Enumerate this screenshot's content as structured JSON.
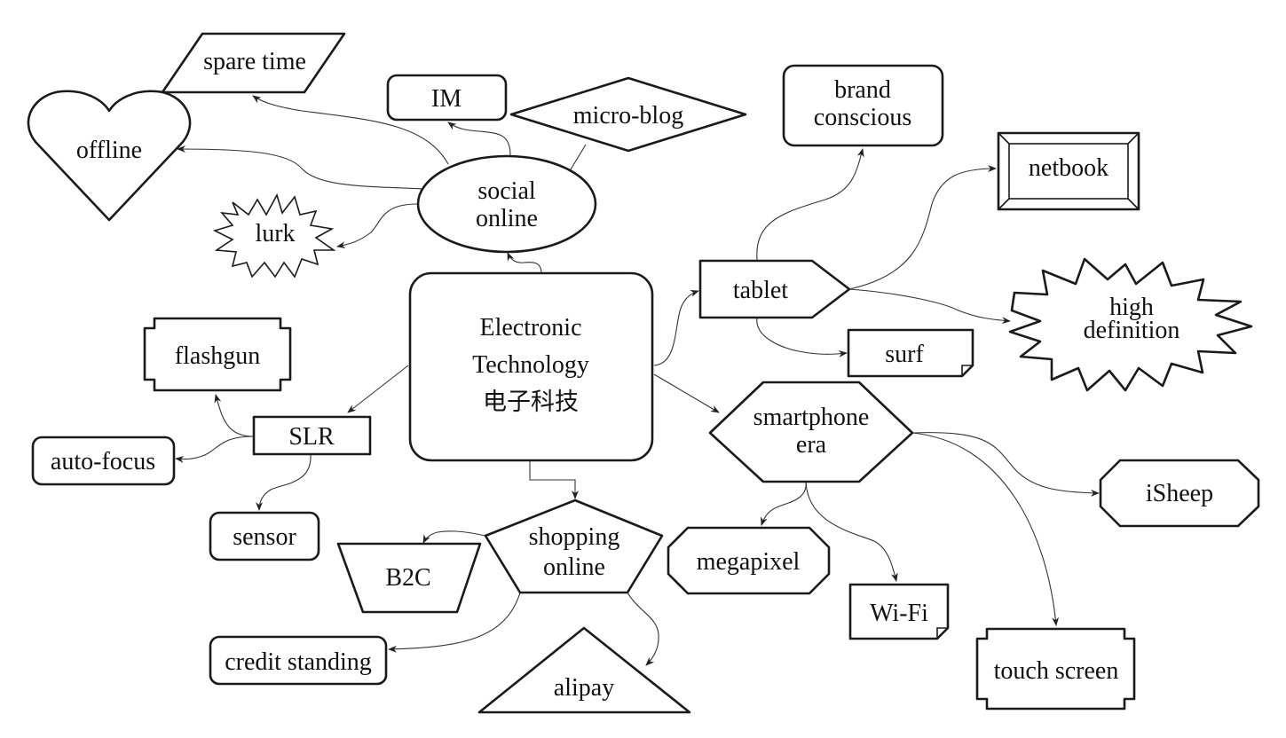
{
  "diagram": {
    "center": {
      "line1": "Electronic",
      "line2": "Technology",
      "line3": "电子科技"
    },
    "social_online": {
      "line1": "social",
      "line2": "online"
    },
    "spare_time": "spare time",
    "im": "IM",
    "micro_blog": "micro-blog",
    "offline": "offline",
    "lurk": "lurk",
    "brand_conscious": {
      "line1": "brand",
      "line2": "conscious"
    },
    "netbook": "netbook",
    "tablet": "tablet",
    "high_definition": {
      "line1": "high",
      "line2": "definition"
    },
    "surf": "surf",
    "smartphone_era": {
      "line1": "smartphone",
      "line2": "era"
    },
    "isheep": "iSheep",
    "megapixel": "megapixel",
    "wifi": "Wi-Fi",
    "touch_screen": "touch screen",
    "flashgun": "flashgun",
    "slr": "SLR",
    "auto_focus": "auto-focus",
    "sensor": "sensor",
    "shopping_online": {
      "line1": "shopping",
      "line2": "online"
    },
    "b2c": "B2C",
    "credit_standing": "credit standing",
    "alipay": "alipay"
  }
}
